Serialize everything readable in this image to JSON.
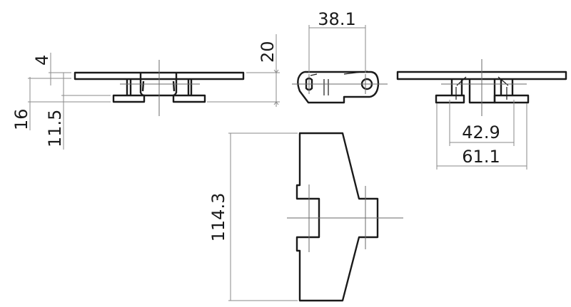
{
  "dimensions": {
    "top_thickness": "4",
    "total_height_left": "16",
    "lower_height": "11.5",
    "height": "20",
    "pitch": "38.1",
    "inner_width": "42.9",
    "outer_width": "61.1",
    "length": "114.3"
  }
}
